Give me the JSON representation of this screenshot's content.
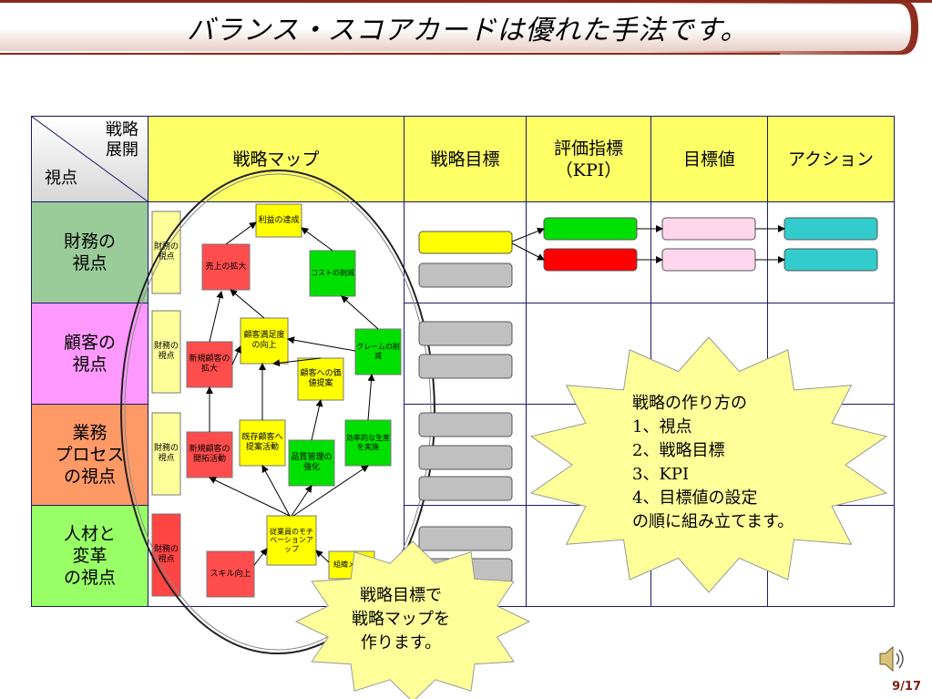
{
  "title": "バランス・スコアカードは優れた手法です。",
  "corner": {
    "line1": "戦略",
    "line2": "展開",
    "line3": "視点"
  },
  "headers": [
    "戦略マップ",
    "戦略目標",
    "評価指標",
    "（KPI）",
    "目標値",
    "アクション"
  ],
  "rows": [
    {
      "label": "財務の\n視点",
      "color": "#99cc99"
    },
    {
      "label": "顧客の\n視点",
      "color": "#ff99ff"
    },
    {
      "label": "業務\nプロセス\nの視点",
      "color": "#ff9966"
    },
    {
      "label": "人材と\n変革\nの視点",
      "color": "#99ff66"
    }
  ],
  "map_labels": {
    "side1": "財務の視点",
    "side2": "財務の視点",
    "side3": "財務の視点",
    "side4": "財務の視点",
    "b_profit": "利益の達成",
    "b_sales": "売上の拡大",
    "b_cost": "コストの削減",
    "b_satis": "顧客満足度の向上",
    "b_newcust": "新規顧客の拡大",
    "b_claim": "クレームの削減",
    "b_value": "顧客への価値提案",
    "b_existing": "既存顧客へ提案活動",
    "b_newdev": "新規顧客の開拓活動",
    "b_quality": "品質管理の強化",
    "b_eff": "効率的な生産を実施",
    "b_motiv": "従業員のモチベーションアップ",
    "b_skill": "スキル向上",
    "b_org": "組織メンバ"
  },
  "callout1": "戦略の作り方の\n1、視点\n2、戦略目標\n3、KPI\n4、目標値の設定\nの順に組み立てます。",
  "callout2": "戦略目標で\n戦略マップを\n作ります。",
  "page_number": "9/17",
  "colors": {
    "yellow": "#ffff00",
    "gray": "#c0c0c0",
    "green": "#00e000",
    "red": "#ff0000",
    "pink": "#ffd6ec",
    "cyan": "#33cccc",
    "burst": "#ffff99"
  }
}
